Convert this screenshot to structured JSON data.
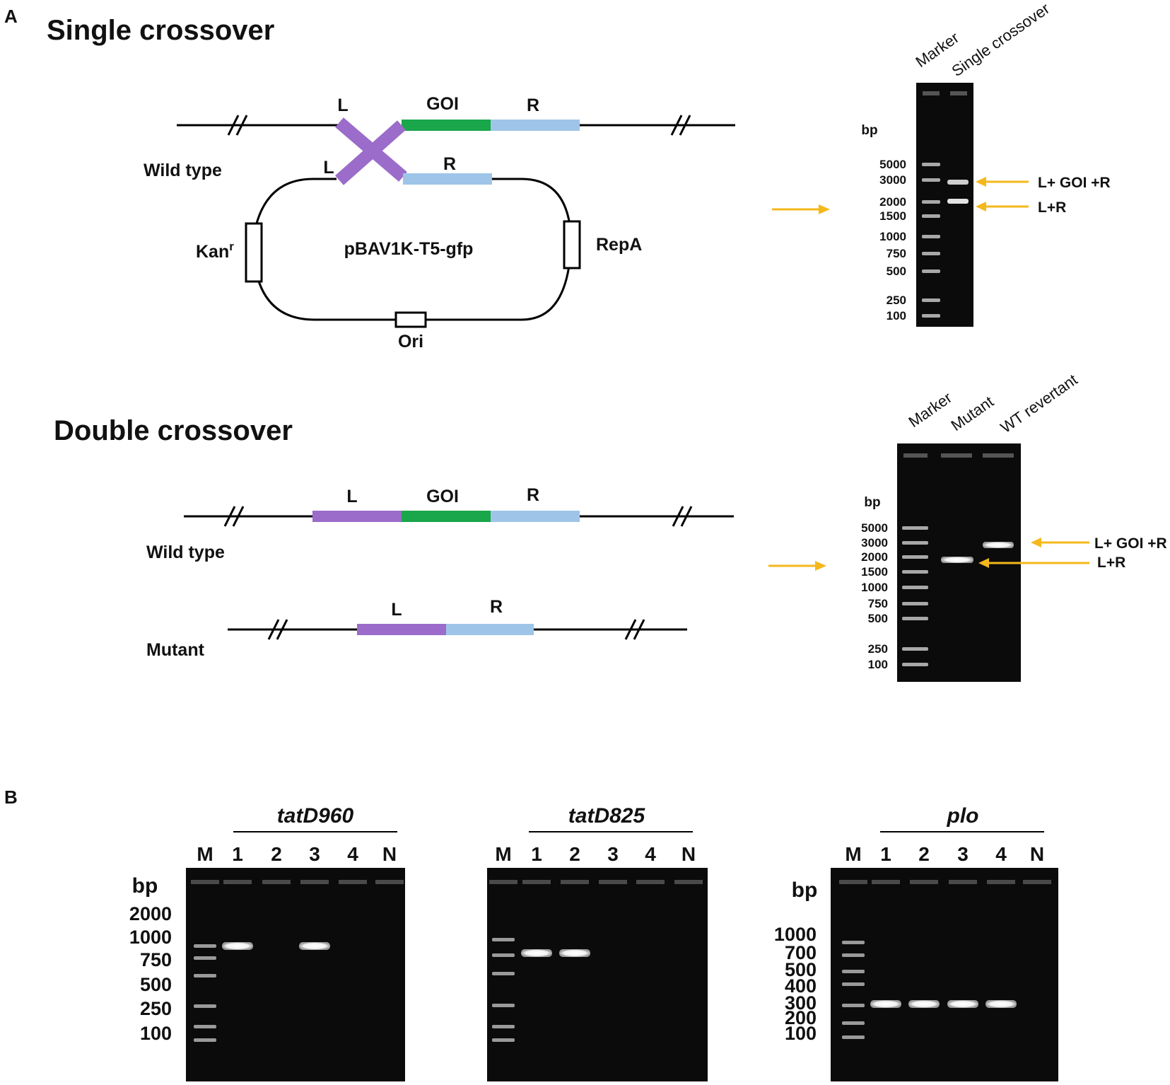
{
  "panel_a": {
    "label": "A",
    "single": {
      "title": "Single crossover",
      "wildtype_label": "Wild type",
      "seg_L": "L",
      "seg_GOI": "GOI",
      "seg_R": "R",
      "plasmid_L": "L",
      "plasmid_R": "R",
      "plasmid_name": "pBAV1K-T5-gfp",
      "kan_base": "Kan",
      "kan_sup": "r",
      "repA": "RepA",
      "ori": "Ori",
      "gel": {
        "lane_labels": [
          "Marker",
          "Single crossover"
        ],
        "bp_label": "bp",
        "markers": [
          "5000",
          "3000",
          "2000",
          "1500",
          "1000",
          "750",
          "500",
          "250",
          "100"
        ],
        "band_labels": [
          "L+ GOI +R",
          "L+R"
        ]
      }
    },
    "double": {
      "title": "Double crossover",
      "wildtype_label": "Wild type",
      "mutant_label": "Mutant",
      "seg_L": "L",
      "seg_GOI": "GOI",
      "seg_R": "R",
      "mut_L": "L",
      "mut_R": "R",
      "gel": {
        "lane_labels": [
          "Marker",
          "Mutant",
          "WT revertant"
        ],
        "bp_label": "bp",
        "markers": [
          "5000",
          "3000",
          "2000",
          "1500",
          "1000",
          "750",
          "500",
          "250",
          "100"
        ],
        "band_labels": [
          "L+ GOI +R",
          "L+R"
        ]
      }
    },
    "colors": {
      "L": "#9b6cc9",
      "GOI": "#1aa64a",
      "R": "#9ec5e8",
      "arrow": "#f5b81c"
    }
  },
  "panel_b": {
    "label": "B",
    "gels": [
      {
        "gene": "tatD960",
        "lanes": [
          "M",
          "1",
          "2",
          "3",
          "4",
          "N"
        ],
        "bp_label": "bp",
        "markers": [
          "2000",
          "1000",
          "750",
          "500",
          "250",
          "100"
        ],
        "band_present": [
          true,
          false,
          true,
          false,
          false
        ]
      },
      {
        "gene": "tatD825",
        "lanes": [
          "M",
          "1",
          "2",
          "3",
          "4",
          "N"
        ],
        "bp_label": "",
        "markers": [],
        "band_present": [
          true,
          true,
          false,
          false,
          false
        ]
      },
      {
        "gene": "plo",
        "lanes": [
          "M",
          "1",
          "2",
          "3",
          "4",
          "N"
        ],
        "bp_label": "bp",
        "markers": [
          "1000",
          "700",
          "500",
          "400",
          "300",
          "200",
          "100"
        ],
        "band_present": [
          true,
          true,
          true,
          true,
          false
        ]
      }
    ]
  }
}
